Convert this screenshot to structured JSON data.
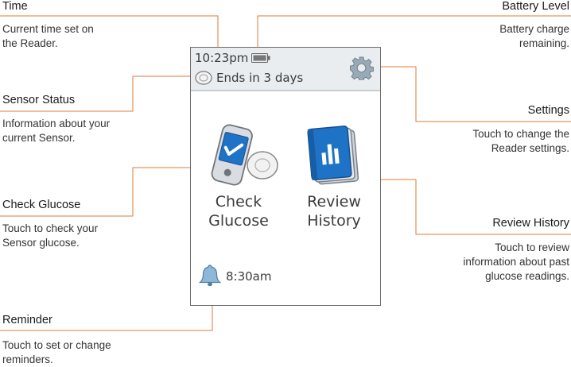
{
  "callouts": {
    "time": {
      "title": "Time",
      "desc": "Current time set on\nthe Reader."
    },
    "sensor_status": {
      "title": "Sensor Status",
      "desc": "Information about your\ncurrent Sensor."
    },
    "check_glucose": {
      "title": "Check Glucose",
      "desc": "Touch to check your\nSensor glucose."
    },
    "reminder": {
      "title": "Reminder",
      "desc": "Touch to set or change\nreminders."
    },
    "battery_level": {
      "title": "Battery Level",
      "desc": "Battery charge\nremaining."
    },
    "settings": {
      "title": "Settings",
      "desc": "Touch to change the\nReader settings."
    },
    "review_history": {
      "title": "Review History",
      "desc": "Touch to review\ninformation about past\nglucose readings."
    }
  },
  "screen": {
    "time": "10:23pm",
    "sensor_status": "Ends in 3 days",
    "check_glucose_line1": "Check",
    "check_glucose_line2": "Glucose",
    "review_history_line1": "Review",
    "review_history_line2": "History",
    "reminder_time": "8:30am"
  },
  "icons": [
    "battery-icon",
    "sensor-icon",
    "gear-icon",
    "reader-check-icon",
    "logbook-icon",
    "bell-icon"
  ],
  "colors": {
    "leader_line": "#e0793a",
    "status_bar": "#e9edf0",
    "icon_blue": "#1f73c7"
  }
}
